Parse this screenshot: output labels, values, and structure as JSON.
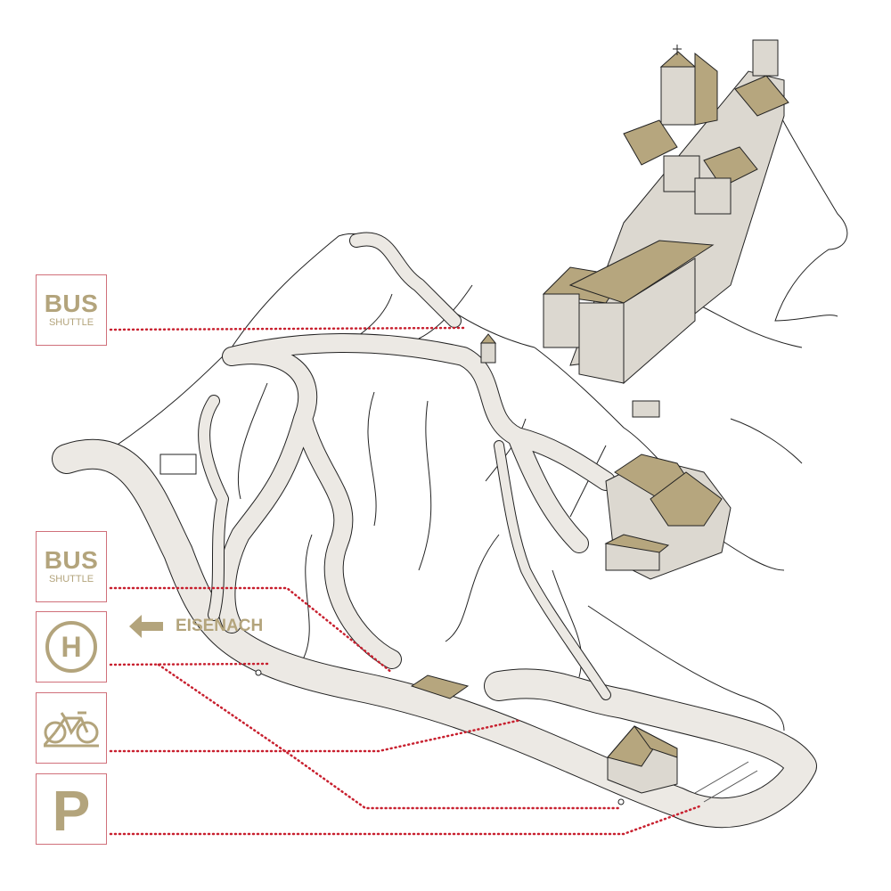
{
  "colors": {
    "accent_gold": "#b3a47c",
    "leader_red": "#c8202f",
    "road": "#ece9e4",
    "building": "#b6a67e",
    "wall": "#dcd8d0"
  },
  "legend": [
    {
      "id": "bus-shuttle-top",
      "title": "BUS",
      "subtitle": "SHUTTLE",
      "icon": "bus-text"
    },
    {
      "id": "bus-shuttle-bottom",
      "title": "BUS",
      "subtitle": "SHUTTLE",
      "icon": "bus-text"
    },
    {
      "id": "bus-stop",
      "icon": "bus-stop-h-icon",
      "label": "H"
    },
    {
      "id": "bicycle",
      "icon": "bicycle-icon"
    },
    {
      "id": "parking",
      "icon": "parking-icon",
      "label": "P"
    }
  ],
  "direction": {
    "label": "EISENACH",
    "icon": "arrow-left-icon"
  }
}
